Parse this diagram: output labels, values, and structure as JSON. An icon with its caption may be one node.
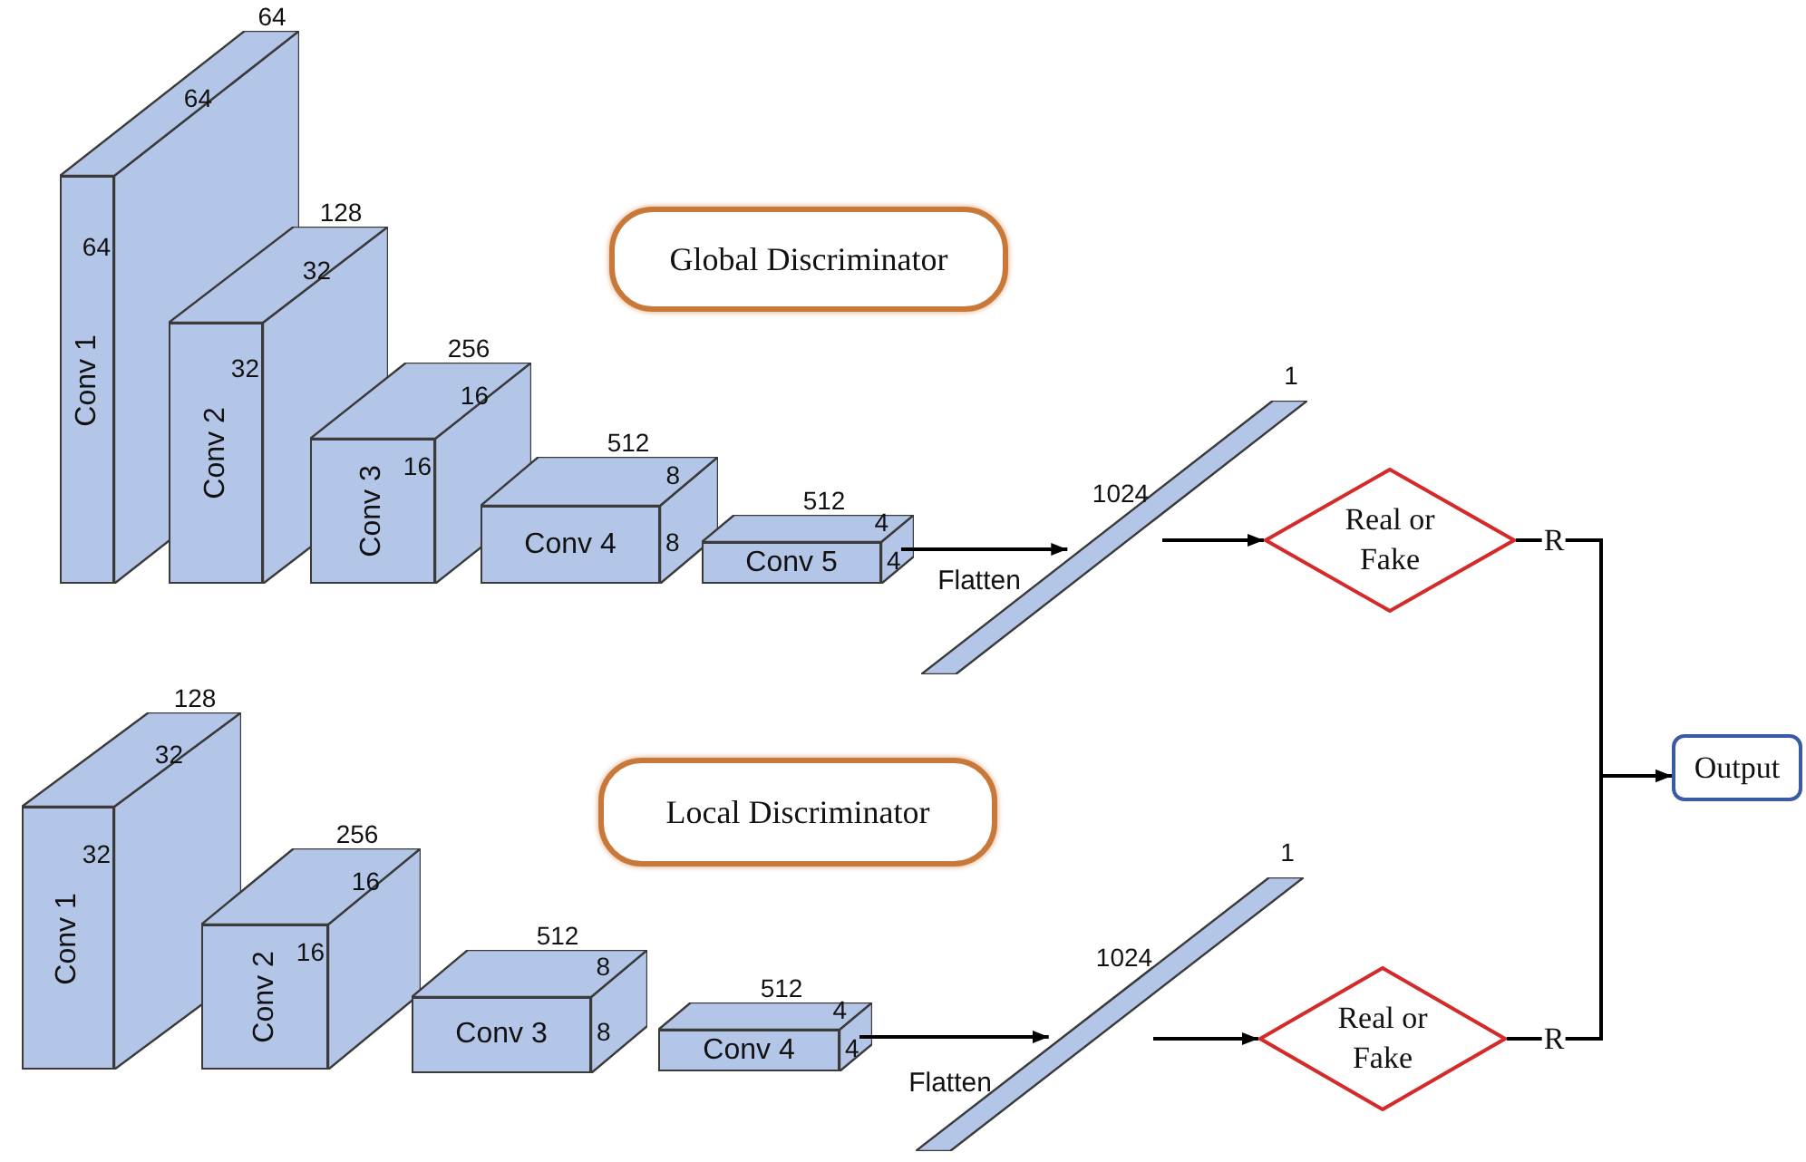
{
  "diagram": {
    "nodes": [
      {
        "text": [
          "Conv 1",
          "64"
        ],
        "beside": [
          "64",
          "64"
        ]
      },
      {
        "text": [
          "Conv 2",
          "32"
        ],
        "beside": [
          "128",
          "32"
        ]
      },
      {
        "text": [
          "Conv 3",
          "16"
        ],
        "beside": [
          "256",
          "16"
        ]
      },
      {
        "text": [
          "Conv 4"
        ],
        "beside": [
          "512",
          "8",
          "8"
        ]
      },
      {
        "text": [
          "Conv 5"
        ],
        "beside": [
          "512",
          "4",
          "4"
        ]
      },
      {
        "text": [
          "Global Discriminator"
        ]
      },
      {
        "text": [],
        "shape": "bar",
        "beside": [
          "1",
          "1024"
        ]
      },
      {
        "text": [
          "Real or Fake"
        ]
      },
      {
        "text": [
          "Output"
        ]
      },
      {
        "text": [
          "Conv 1",
          "32"
        ],
        "beside": [
          "128",
          "32"
        ]
      },
      {
        "text": [
          "Conv 2",
          "16"
        ],
        "beside": [
          "256",
          "16"
        ]
      },
      {
        "text": [
          "Conv 3"
        ],
        "beside": [
          "512",
          "8",
          "8"
        ]
      },
      {
        "text": [
          "Conv 4"
        ],
        "beside": [
          "512",
          "4",
          "4"
        ]
      },
      {
        "text": [
          "Local Discriminator"
        ]
      },
      {
        "text": [],
        "shape": "bar",
        "beside": [
          "1",
          "1024"
        ]
      },
      {
        "text": [
          "Real or Fake"
        ]
      }
    ],
    "edges": [
      {
        "from": 4,
        "to": 6,
        "arrow": "to",
        "label": "Flatten"
      },
      {
        "from": 6,
        "to": 7,
        "arrow": "to"
      },
      {
        "from": 7,
        "to": 8,
        "arrow": "to",
        "label": "R"
      },
      {
        "from": 12,
        "to": 14,
        "arrow": "to",
        "label": "Flatten"
      },
      {
        "from": 14,
        "to": 15,
        "arrow": "to"
      },
      {
        "from": 15,
        "to": 8,
        "arrow": "to",
        "label": "R"
      }
    ]
  }
}
